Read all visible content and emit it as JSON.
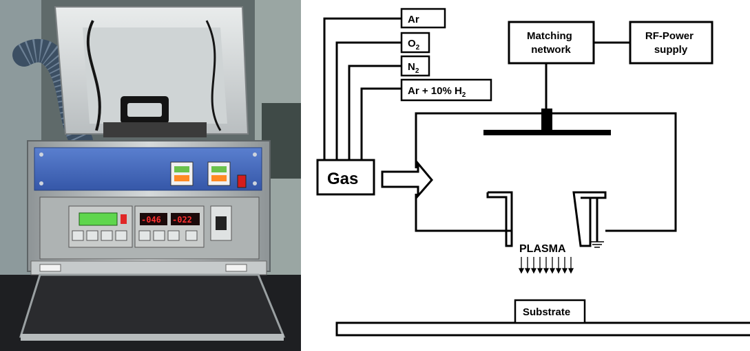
{
  "photo": {
    "subject": "plasma-source-apparatus",
    "display_green": "",
    "display_left": "-046",
    "display_right": "-022"
  },
  "diagram": {
    "gas_lines": [
      {
        "text": "Ar",
        "sub": "",
        "tail": ""
      },
      {
        "text": "O",
        "sub": "2",
        "tail": ""
      },
      {
        "text": "N",
        "sub": "2",
        "tail": ""
      },
      {
        "text": "Ar + 10% H",
        "sub": "2",
        "tail": ""
      }
    ],
    "gas_box": "Gas",
    "matching_network": [
      "Matching",
      "network"
    ],
    "rf_power_supply": [
      "RF-Power",
      "supply"
    ],
    "plasma": "PLASMA",
    "substrate": "Substrate",
    "colors": {
      "line": "#000000",
      "background": "#ffffff"
    }
  }
}
